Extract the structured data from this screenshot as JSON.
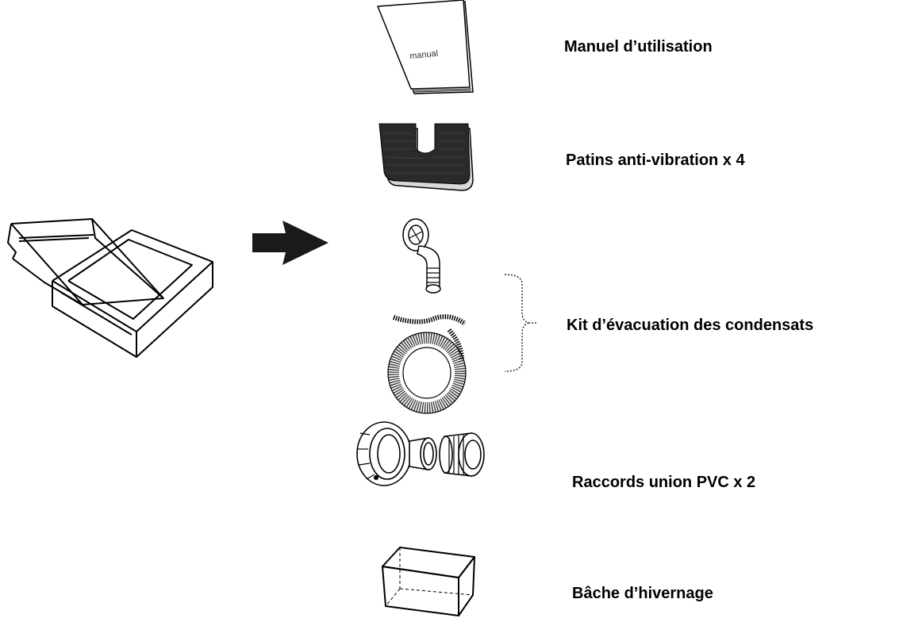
{
  "items": [
    {
      "label": "Manuel d’utilisation",
      "illustration_text": "manual"
    },
    {
      "label": "Patins anti-vibration x 4"
    },
    {
      "label": "Kit d’évacuation des condensats"
    },
    {
      "label": "Raccords union PVC x 2"
    },
    {
      "label": "Bâche d’hivernage"
    }
  ]
}
